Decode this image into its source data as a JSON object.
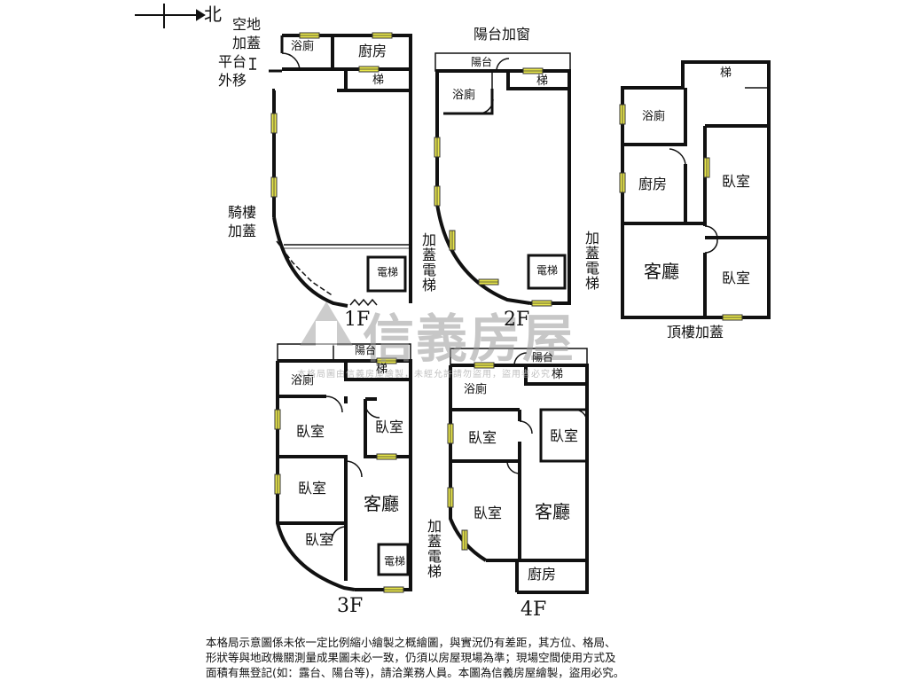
{
  "compass": {
    "label": "北"
  },
  "watermark": {
    "brand": "信義房屋",
    "notice": "本格局圖由信義房屋繪製，未經允許請勿盜用，盜用者必究"
  },
  "floor_1f": {
    "title": "1F",
    "rooms": {
      "bath": "浴廁",
      "kitchen": "廚房",
      "stair": "梯",
      "elevator": "電梯"
    },
    "notes": {
      "ext_1": "空地",
      "ext_2": "加蓋",
      "ext_3": "平台",
      "ext_4": "外移",
      "arcade_1": "騎樓",
      "arcade_2": "加蓋",
      "elevator_note": "加蓋電梯"
    }
  },
  "floor_2f": {
    "title": "2F",
    "rooms": {
      "balcony": "陽台",
      "bath": "浴廁",
      "stair": "梯",
      "elevator": "電梯"
    },
    "notes": {
      "balcony_window": "陽台加窗",
      "elevator_note": "加蓋電梯"
    }
  },
  "floor_roof": {
    "title": "頂樓加蓋",
    "rooms": {
      "stair": "梯",
      "bath": "浴廁",
      "kitchen": "廚房",
      "bedroom_1": "臥室",
      "living": "客廳",
      "bedroom_2": "臥室"
    }
  },
  "floor_3f": {
    "title": "3F",
    "rooms": {
      "balcony": "陽台",
      "bath": "浴廁",
      "stair": "梯",
      "bedroom_1": "臥室",
      "bedroom_2": "臥室",
      "bedroom_3": "臥室",
      "bedroom_4": "臥室",
      "living": "客廳",
      "elevator": "電梯"
    },
    "notes": {
      "elevator_note": "加蓋電梯"
    }
  },
  "floor_4f": {
    "title": "4F",
    "rooms": {
      "balcony": "陽台",
      "bath": "浴廁",
      "stair": "梯",
      "bedroom_1": "臥室",
      "bedroom_2": "臥室",
      "bedroom_3": "臥室",
      "living": "客廳",
      "kitchen": "廚房"
    }
  },
  "disclaimer": {
    "line_1": "本格局示意圖係未依一定比例縮小繪製之概繪圖，與實況仍有差距，其方位、格局、",
    "line_2": "形狀等與地政機關測量成果圖未必一致，仍須以房屋現場為準；現場空間使用方式及",
    "line_3": "面積有無登記(如：露台、陽台等)，請洽業務人員。本圖為信義房屋繪製，盜用必究。"
  }
}
